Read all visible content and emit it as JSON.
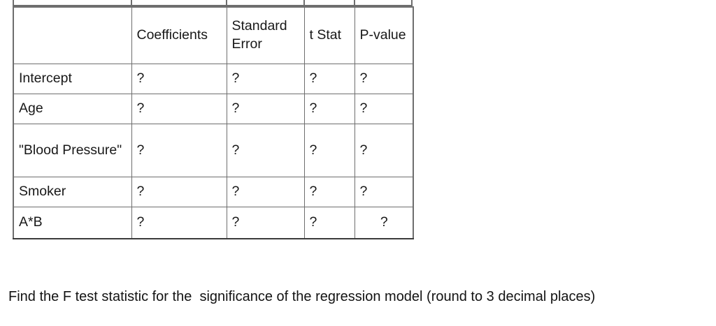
{
  "table": {
    "columns": [
      {
        "key": "label",
        "header": ""
      },
      {
        "key": "coef",
        "header": "Coefficients"
      },
      {
        "key": "se",
        "header": "Standard Error"
      },
      {
        "key": "tstat",
        "header": "t Stat"
      },
      {
        "key": "pvalue",
        "header": "P-value"
      }
    ],
    "rows": [
      {
        "label": "Intercept",
        "coef": "?",
        "se": "?",
        "tstat": "?",
        "pvalue": "?"
      },
      {
        "label": "Age",
        "coef": "?",
        "se": "?",
        "tstat": "?",
        "pvalue": "?"
      },
      {
        "label": "\"Blood Pressure\"",
        "coef": "?",
        "se": "?",
        "tstat": "?",
        "pvalue": "?"
      },
      {
        "label": "Smoker",
        "coef": "?",
        "se": "?",
        "tstat": "?",
        "pvalue": "?"
      },
      {
        "label": "A*B",
        "coef": "?",
        "se": "?",
        "tstat": "?",
        "pvalue": "?"
      }
    ]
  },
  "prompt": {
    "text": "Find the F test statistic for the  significance of the regression model (round to 3 decimal places)"
  },
  "colors": {
    "page_background": "#ffffff",
    "grid_line": "#6e6e6e",
    "text": "#181818",
    "bottom_rule": "#3a3a3a"
  }
}
